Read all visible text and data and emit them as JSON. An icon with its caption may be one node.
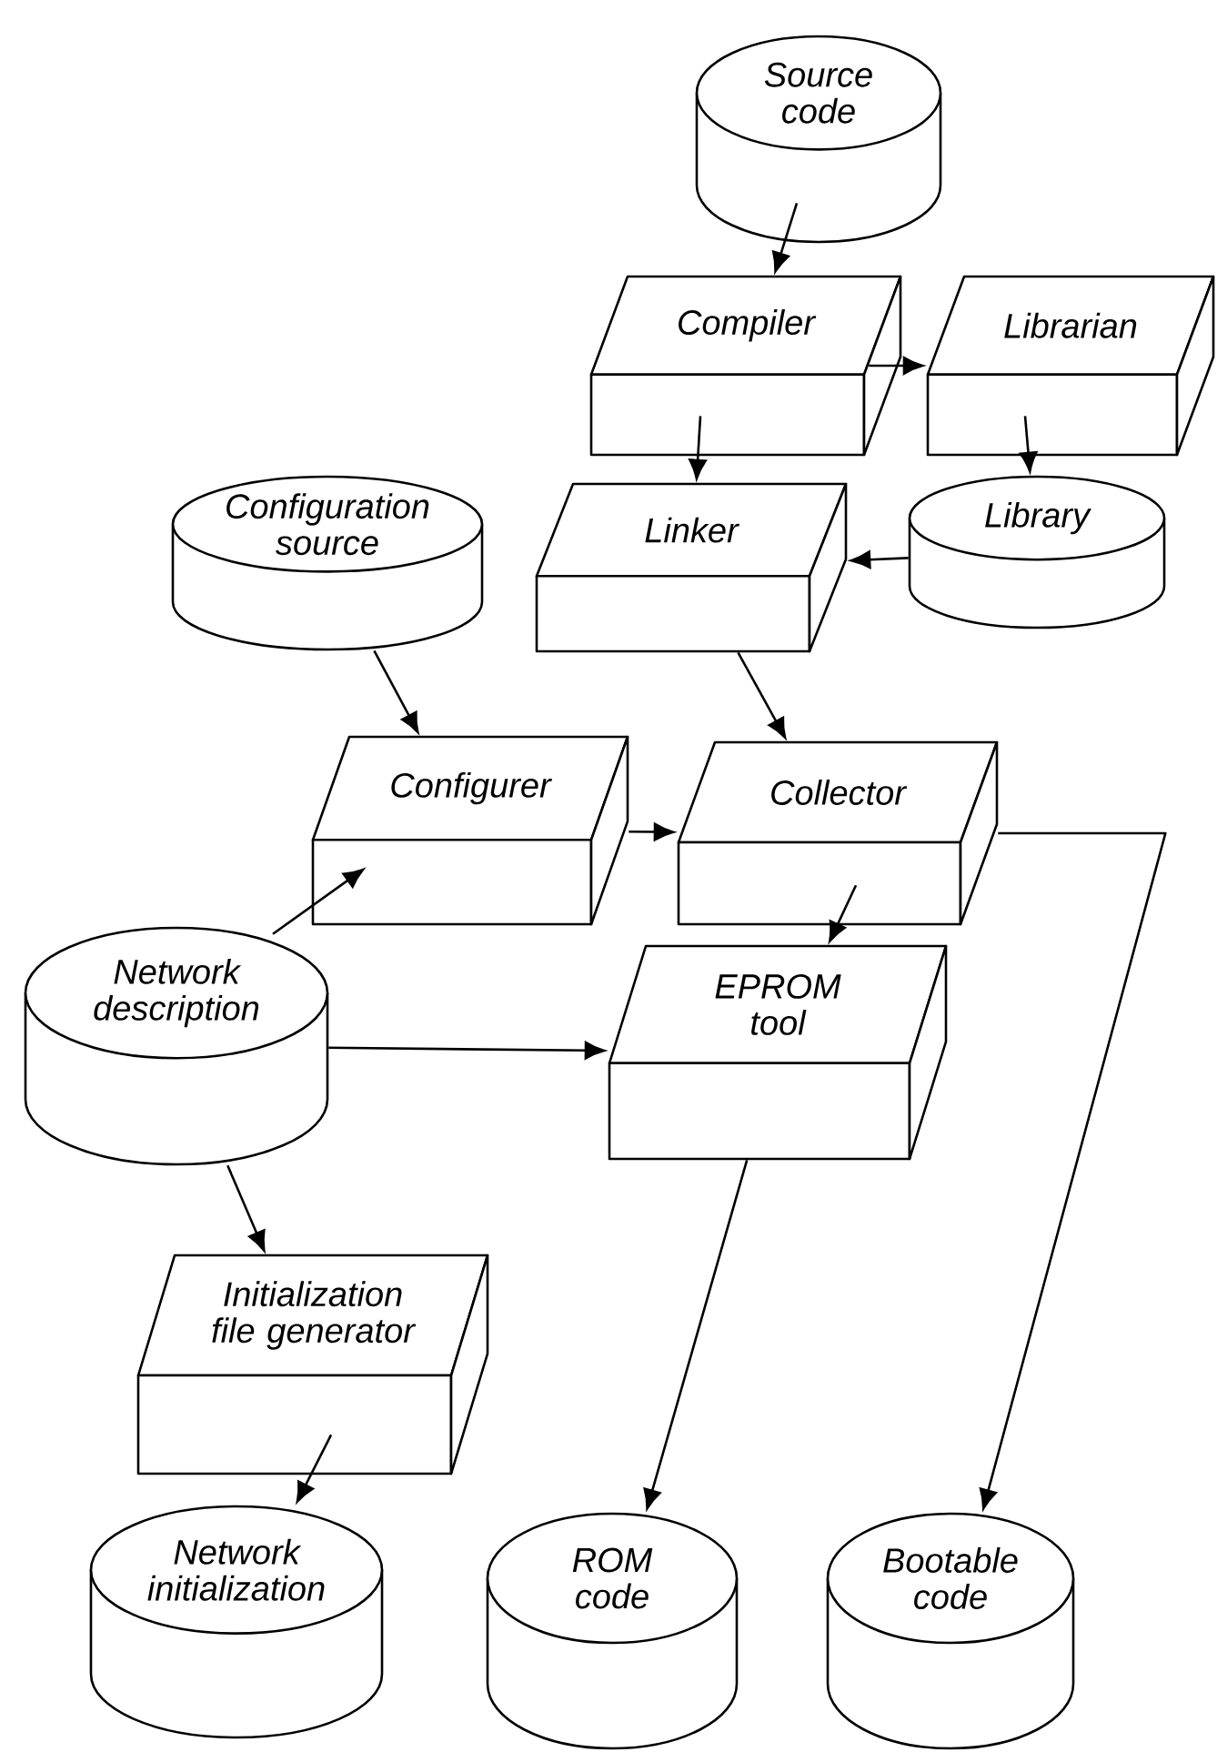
{
  "diagram": {
    "nodes": [
      {
        "text": [
          "Source code"
        ]
      },
      {
        "text": [
          "Compiler"
        ]
      },
      {
        "text": [
          "Librarian"
        ]
      },
      {
        "text": [
          "Configuration source"
        ]
      },
      {
        "text": [
          "Linker"
        ]
      },
      {
        "text": [
          "Library"
        ]
      },
      {
        "text": [
          "Configurer"
        ]
      },
      {
        "text": [
          "Collector"
        ]
      },
      {
        "text": [
          "Network description"
        ]
      },
      {
        "text": [
          "EPROM tool"
        ]
      },
      {
        "text": [
          "Initialization file generator"
        ]
      },
      {
        "text": [
          "Network initialization"
        ]
      },
      {
        "text": [
          "ROM code"
        ]
      },
      {
        "text": [
          "Bootable code"
        ]
      }
    ],
    "edges": [
      {
        "from": 0,
        "to": 1,
        "arrow": "to"
      },
      {
        "from": 1,
        "to": 2,
        "arrow": "to"
      },
      {
        "from": 1,
        "to": 4,
        "arrow": "to"
      },
      {
        "from": 2,
        "to": 5,
        "arrow": "to"
      },
      {
        "from": 5,
        "to": 4,
        "arrow": "to"
      },
      {
        "from": 3,
        "to": 6,
        "arrow": "to"
      },
      {
        "from": 4,
        "to": 7,
        "arrow": "to"
      },
      {
        "from": 6,
        "to": 7,
        "arrow": "to"
      },
      {
        "from": 8,
        "to": 6,
        "arrow": "to"
      },
      {
        "from": 7,
        "to": 9,
        "arrow": "to"
      },
      {
        "from": 8,
        "to": 9,
        "arrow": "to"
      },
      {
        "from": 8,
        "to": 10,
        "arrow": "to"
      },
      {
        "from": 10,
        "to": 11,
        "arrow": "to"
      },
      {
        "from": 9,
        "to": 12,
        "arrow": "to"
      },
      {
        "from": 7,
        "to": 13,
        "arrow": "to"
      }
    ]
  }
}
